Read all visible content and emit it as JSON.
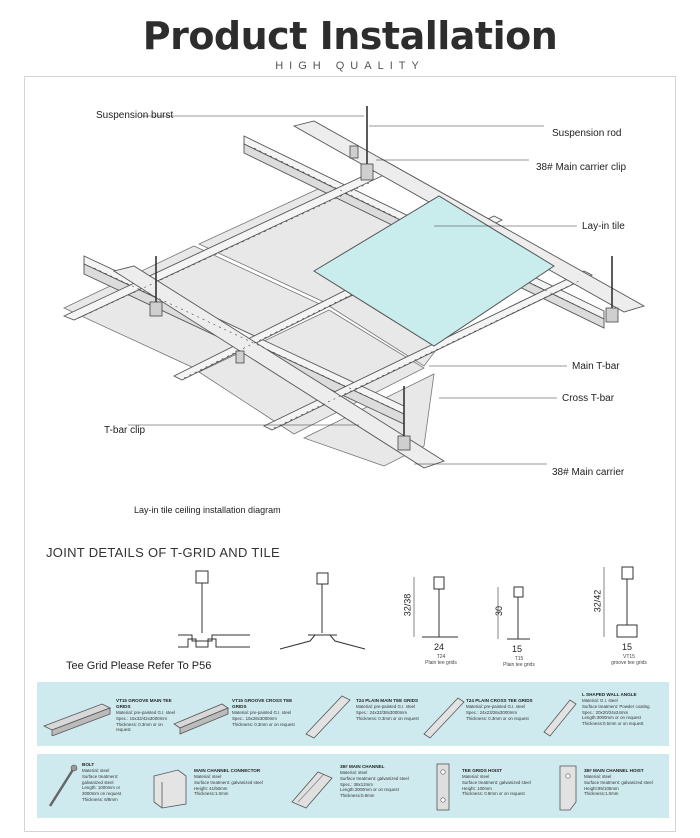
{
  "header": {
    "title": "Product Installation",
    "subtitle": "HIGH QUALITY"
  },
  "diagram": {
    "labels": {
      "suspension_burst": "Suspension burst",
      "suspension_rod": "Suspension rod",
      "main_carrier_clip": "38# Main carrier clip",
      "lay_in_tile": "Lay-in tile",
      "main_t_bar": "Main T-bar",
      "cross_t_bar": "Cross T-bar",
      "t_bar_clip": "T-bar clip",
      "main_carrier": "38# Main carrier"
    },
    "caption": "Lay-in tile ceiling installation diagram"
  },
  "joint": {
    "title": "JOINT DETAILS OF T-GRID AND TILE",
    "note": "Tee Grid Please Refer To P56",
    "profiles": [
      {
        "height": "32/38",
        "width": "24",
        "name": "T24",
        "desc": "Plain tee grids"
      },
      {
        "height": "30",
        "width": "15",
        "name": "T15",
        "desc": "Plain tee grids"
      },
      {
        "height": "32/42",
        "width": "15",
        "name": "VT15",
        "desc": "groove tee grids"
      }
    ]
  },
  "products_row1": [
    {
      "title": "VT15 GROOVE MAIN TEE GRIDS",
      "desc": "Material: pre-painted G.I. steel\nSpec.: 15x32/42x3000mm\nThickness: 0.3mm or on request"
    },
    {
      "title": "VT15 GROOVE CROSS TEE GRIDS",
      "desc": "Material: pre-painted G.I. steel\nSpec.: 15x28x3000mm\nThickness: 0.3mm or on request"
    },
    {
      "title": "T24 PLAIN MAIN TEE GRIDS",
      "desc": "Material: pre-painted G.I. steel\nSpec.: 24x32/38x3000mm\nThickness: 0.3mm or on request"
    },
    {
      "title": "T24 PLAIN CROSS TEE GRIDS",
      "desc": "Material: pre-painted G.I. steel\nSpec.: 24x23/26x3000mm\nThickness: 0.3mm or on request"
    },
    {
      "title": "L SHAPED WALL ANGLE",
      "desc": "Material: G.I. steel\nSurface treatment: Powder coating\nSpec.: 20x20/24x24mm\nLength:3000mm or on request\nThickness:0.5mm or on request"
    }
  ],
  "products_row2": [
    {
      "title": "BOLT",
      "desc": "Material: steel\nSurface treatment:\ngalvanized steel\nLength: 1000mm or\n3000mm on request\nThickness: 6/8mm"
    },
    {
      "title": "MAIN CHANNEL CONNECTOR",
      "desc": "Material: steel\nSurface treatment: galvanized steel\nHeight: 41/50mm\nThickness:1.0mm"
    },
    {
      "title": "38# MAIN CHANNEL",
      "desc": "Material: steel\nSurface treatment: galvanized steel\nSpec.: 38x12mm\nLength:3000mm or on request\nThickness:0.8mm"
    },
    {
      "title": "TEE GRIDS HOIST",
      "desc": "Material: steel\nSurface treatment: galvanized steel\nHeight: 100mm\nThickness: 0.8mm or on request"
    },
    {
      "title": "38# MAIN CHANNEL HOIST",
      "desc": "Material: steel\nSurface treatment: galvanized steel\nHeight:95/105mm\nThickness:1.0mm"
    }
  ],
  "colors": {
    "tile": "#c9ecec",
    "band": "#cfeaee",
    "panel": "#e6e6e6"
  }
}
